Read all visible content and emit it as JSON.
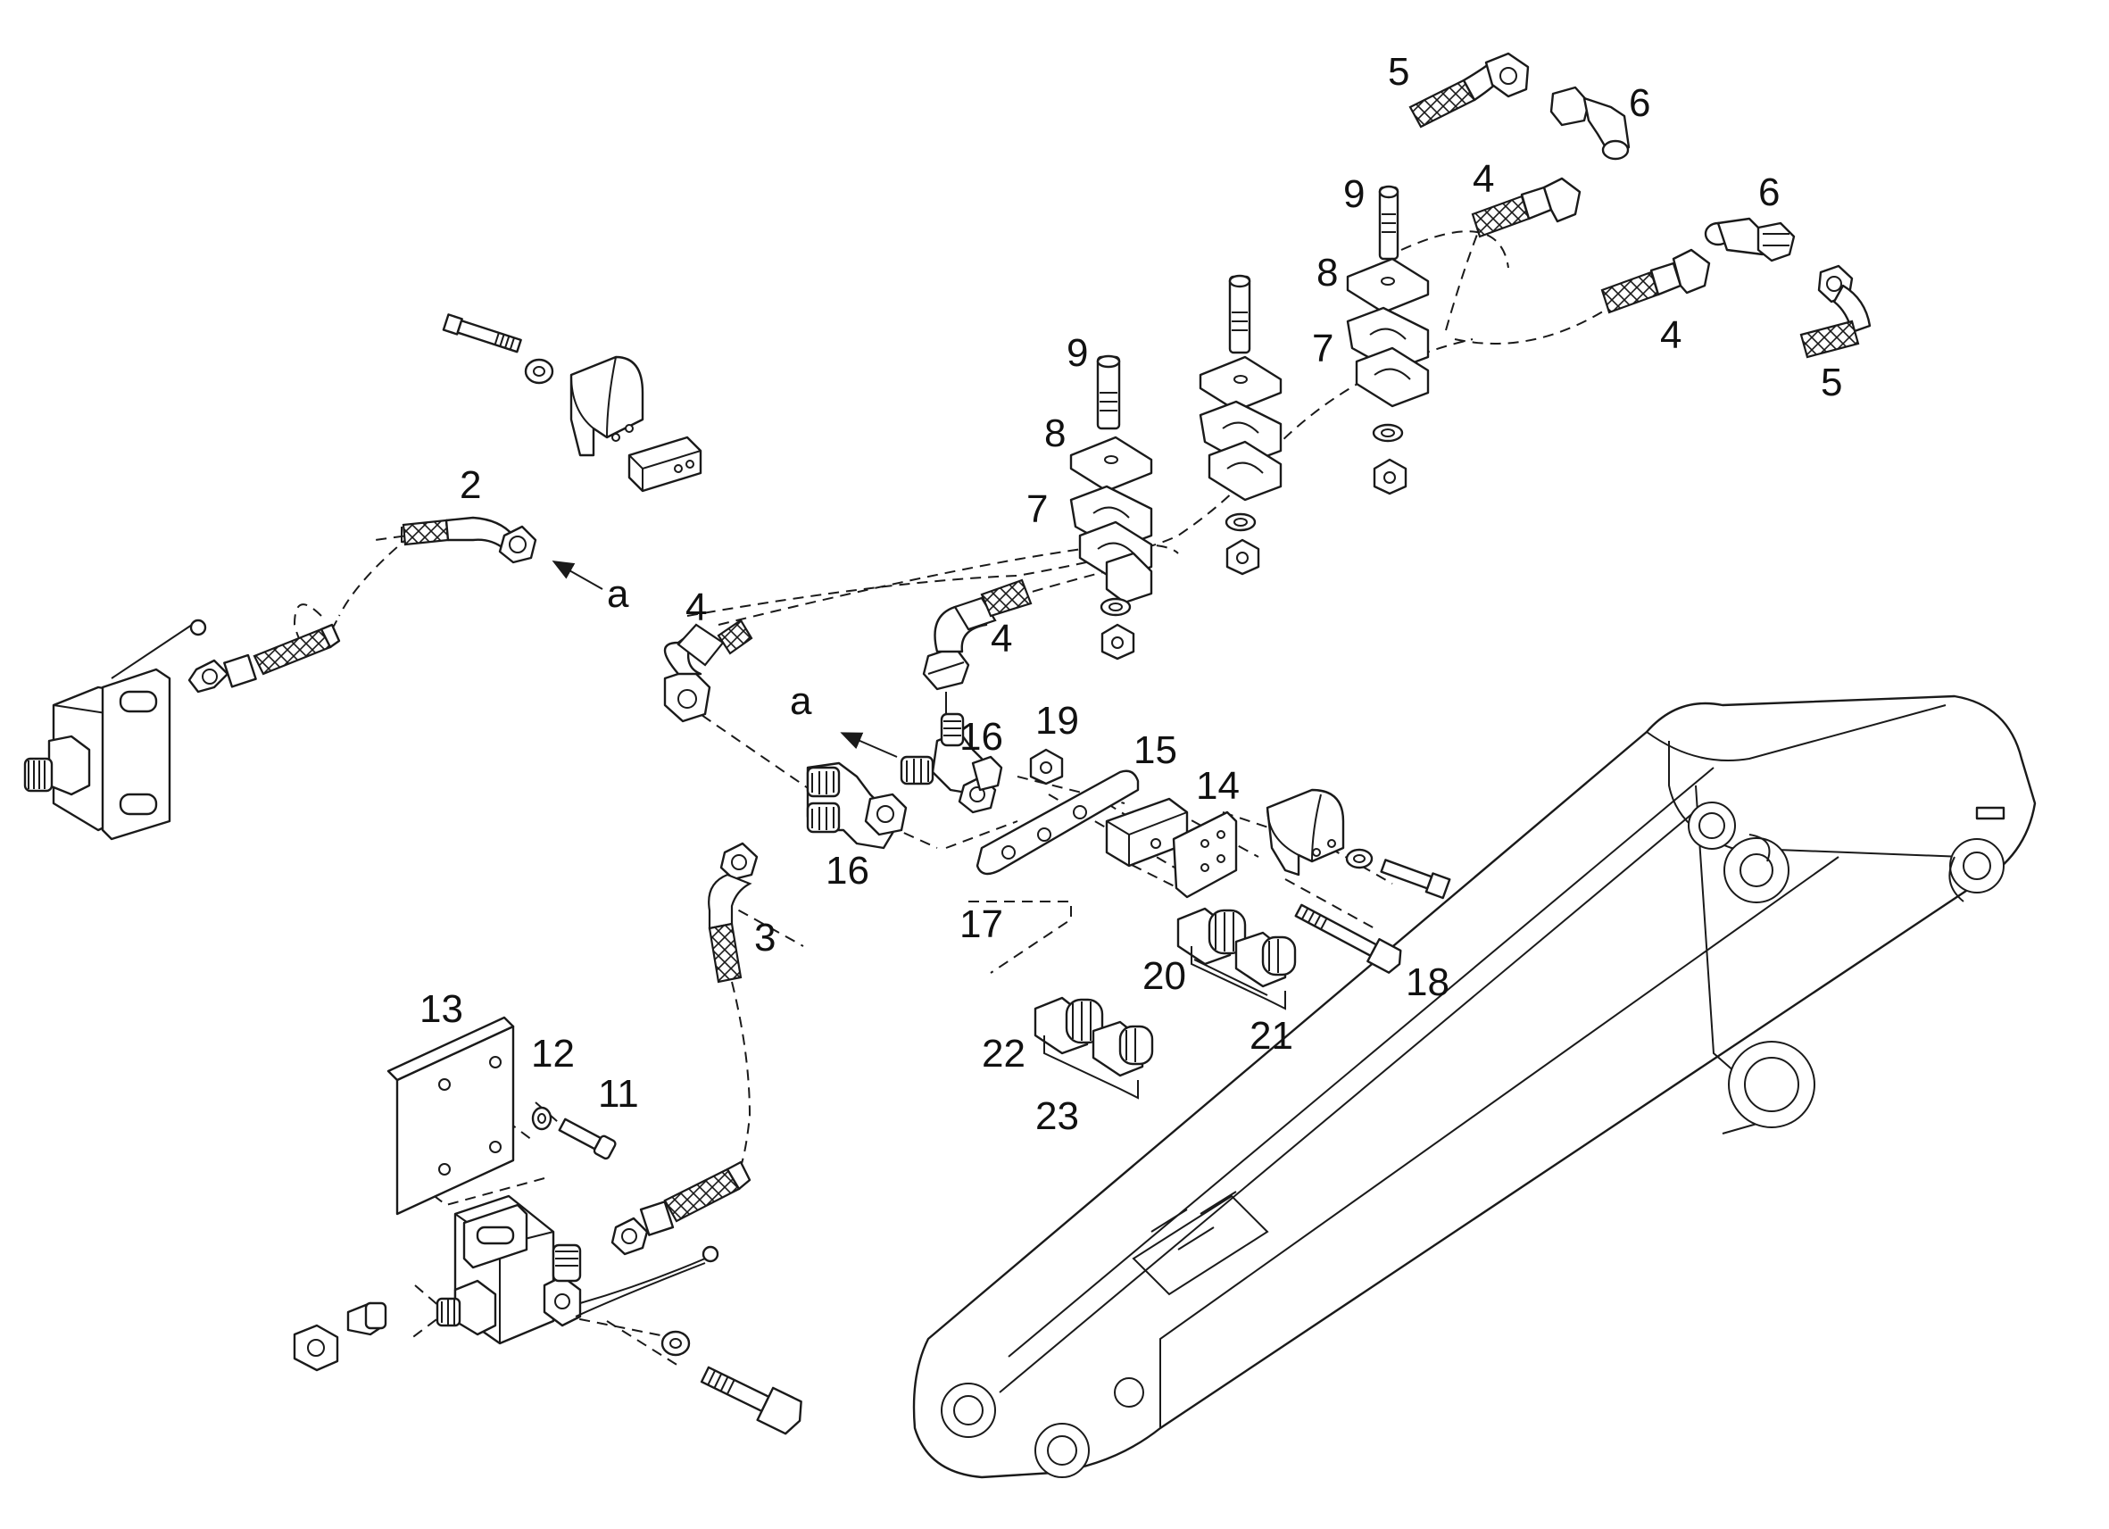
{
  "diagram": {
    "callouts": {
      "c2": "2",
      "c3": "3",
      "c4a": "4",
      "c4b": "4",
      "c4c": "4",
      "c4d": "4",
      "c5a": "5",
      "c5b": "5",
      "c6a": "6",
      "c6b": "6",
      "c7a": "7",
      "c7b": "7",
      "c8a": "8",
      "c8b": "8",
      "c9a": "9",
      "c9b": "9",
      "c11": "11",
      "c12": "12",
      "c13": "13",
      "c14": "14",
      "c15": "15",
      "c16a": "16",
      "c16b": "16",
      "c17": "17",
      "c18": "18",
      "c19": "19",
      "c20": "20",
      "c21": "21",
      "c22": "22",
      "c23": "23",
      "arrowA1": "a",
      "arrowA2": "a"
    }
  }
}
